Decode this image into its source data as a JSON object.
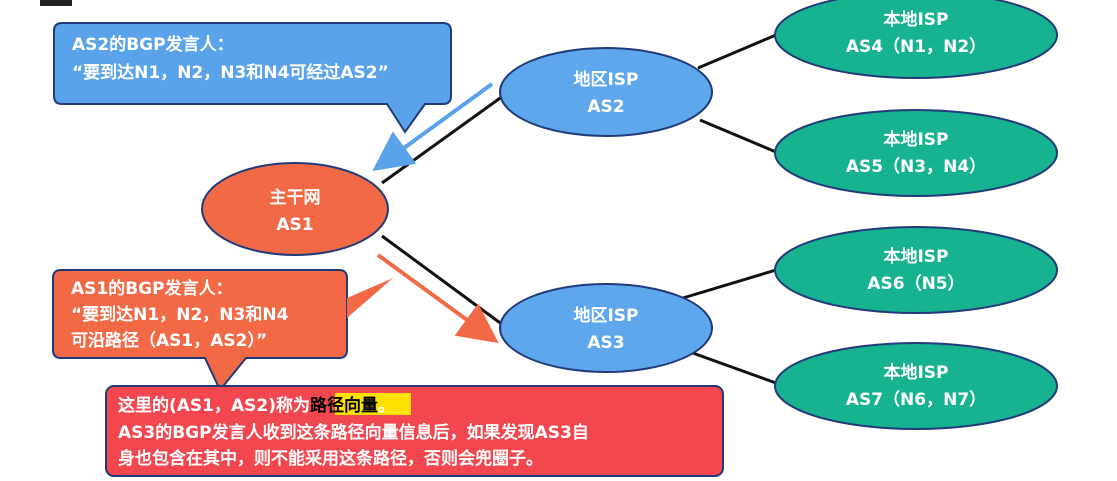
{
  "colors": {
    "backbone": "#f26a45",
    "regional": "#5ea7ec",
    "local": "#17b28f",
    "callout_blue": "#5aa3ea",
    "callout_orange": "#f26a45",
    "callout_red": "#f2474f",
    "highlight": "#ffe100"
  },
  "nodes": {
    "as1": {
      "line1": "主干网",
      "line2": "AS1"
    },
    "as2": {
      "line1": "地区ISP",
      "line2": "AS2"
    },
    "as3": {
      "line1": "地区ISP",
      "line2": "AS3"
    },
    "as4": {
      "line1": "本地ISP",
      "line2": "AS4（N1，N2）"
    },
    "as5": {
      "line1": "本地ISP",
      "line2": "AS5（N3，N4）"
    },
    "as6": {
      "line1": "本地ISP",
      "line2": "AS6（N5）"
    },
    "as7": {
      "line1": "本地ISP",
      "line2": "AS7（N6，N7）"
    }
  },
  "callouts": {
    "as2_speaker": {
      "line1": "AS2的BGP发言人：",
      "line2": "“要到达N1，N2，N3和N4可经过AS2”"
    },
    "as1_speaker": {
      "line1": "AS1的BGP发言人：",
      "line2": "“要到达N1，N2，N3和N4",
      "line3": "可沿路径（AS1，AS2）”"
    },
    "explanation": {
      "line1_prefix": "这里的(AS1，AS2)称为",
      "line1_highlight": "路径向量",
      "line1_suffix": "。",
      "line2": "AS3的BGP发言人收到这条路径向量信息后，如果发现AS3自",
      "line3": "身也包含在其中，则不能采用这条路径，否则会兜圈子。"
    }
  }
}
